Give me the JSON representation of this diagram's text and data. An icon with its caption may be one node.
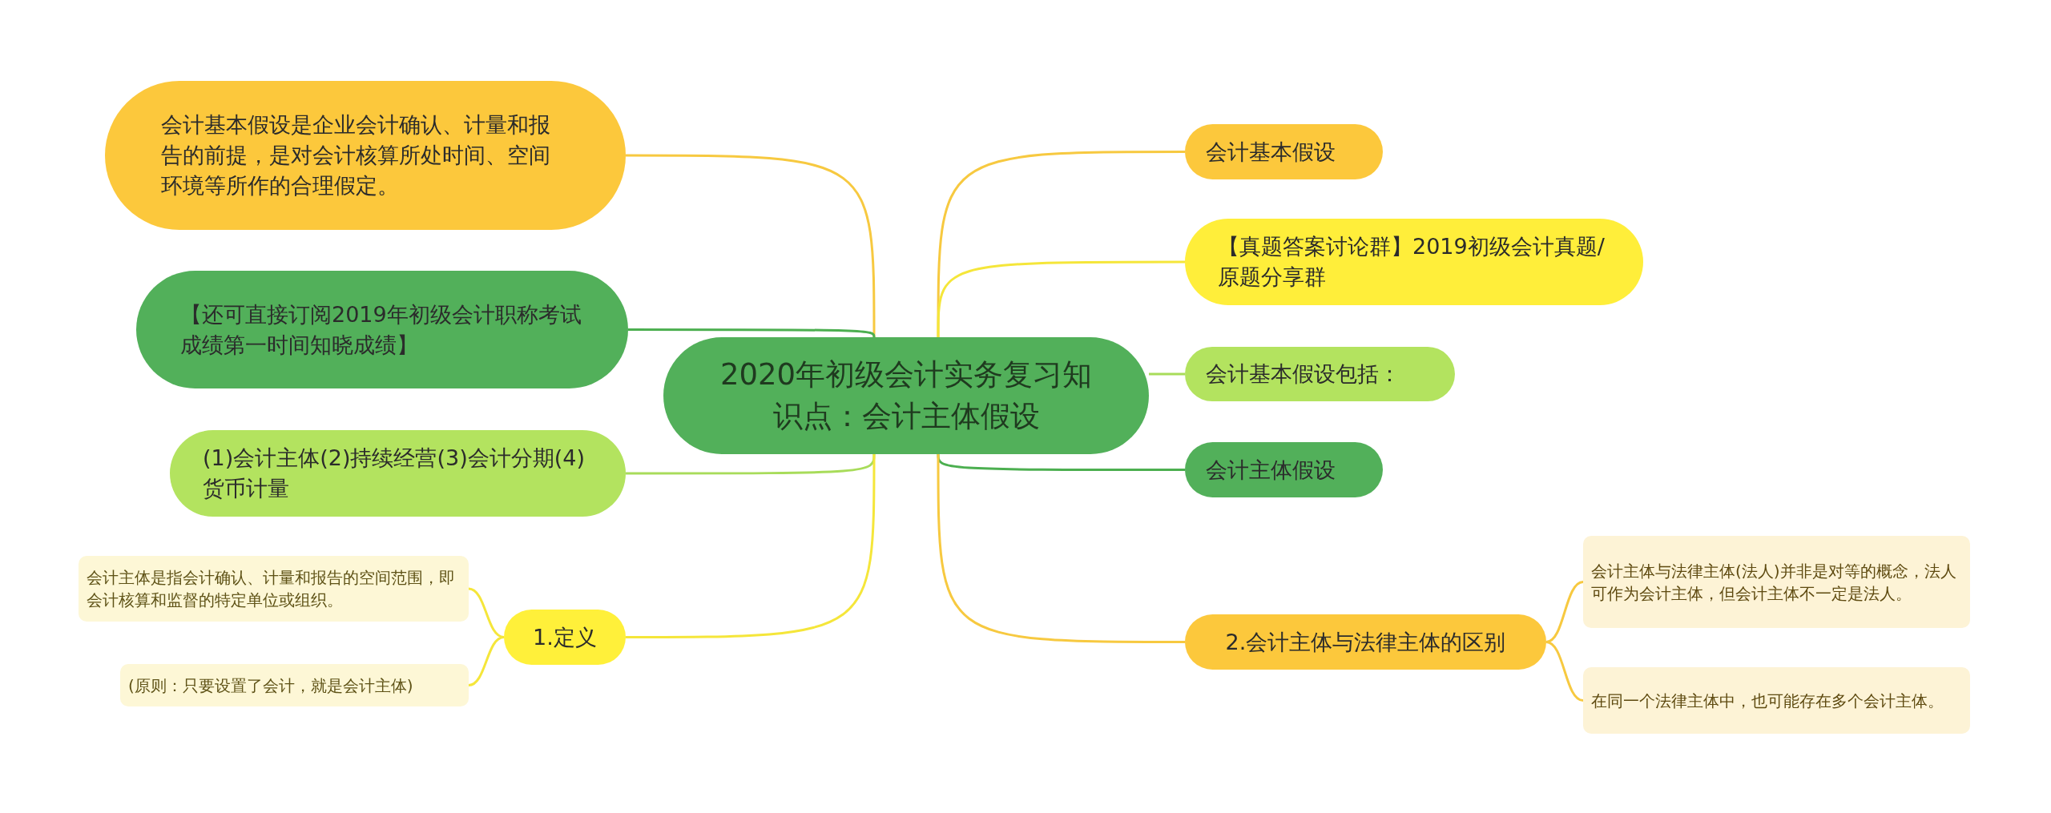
{
  "diagram": {
    "nodes": [
      {
        "text": [
          "2020年初级会计实务复习知识点：会计主体假设"
        ]
      },
      {
        "text": [
          "会计基本假设是企业会计确认、计量和报告的前提，是对会计核算所处时间、空间环境等所作的合理假定。"
        ]
      },
      {
        "text": [
          "【还可直接订阅2019年初级会计职称考试成绩第一时间知晓成绩】"
        ]
      },
      {
        "text": [
          "(1)会计主体(2)持续经营(3)会计分期(4)货币计量"
        ]
      },
      {
        "text": [
          "1.定义"
        ]
      },
      {
        "text": [
          "会计主体是指会计确认、计量和报告的空间范围，即会计核算和监督的特定单位或组织。"
        ]
      },
      {
        "text": [
          "(原则：只要设置了会计，就是会计主体)"
        ]
      },
      {
        "text": [
          "会计基本假设"
        ]
      },
      {
        "text": [
          "【真题答案讨论群】2019初级会计真题/原题分享群"
        ]
      },
      {
        "text": [
          "会计基本假设包括："
        ]
      },
      {
        "text": [
          "会计主体假设"
        ]
      },
      {
        "text": [
          "2.会计主体与法律主体的区别"
        ]
      },
      {
        "text": [
          "会计主体与法律主体(法人)并非是对等的概念，法人可作为会计主体，但会计主体不一定是法人。"
        ]
      },
      {
        "text": [
          "在同一个法律主体中，也可能存在多个会计主体。"
        ]
      }
    ],
    "edges": [
      {
        "from": 0,
        "to": 1,
        "arrow": "none",
        "color": "#f7c940"
      },
      {
        "from": 0,
        "to": 2,
        "arrow": "none",
        "color": "#4caf50"
      },
      {
        "from": 0,
        "to": 3,
        "arrow": "none",
        "color": "#a8dc5a"
      },
      {
        "from": 0,
        "to": 4,
        "arrow": "none",
        "color": "#f5e63a"
      },
      {
        "from": 4,
        "to": 5,
        "arrow": "none",
        "color": "#f5e63a"
      },
      {
        "from": 4,
        "to": 6,
        "arrow": "none",
        "color": "#f5e63a"
      },
      {
        "from": 0,
        "to": 7,
        "arrow": "none",
        "color": "#f7c940"
      },
      {
        "from": 0,
        "to": 8,
        "arrow": "none",
        "color": "#f5e63a"
      },
      {
        "from": 0,
        "to": 9,
        "arrow": "none",
        "color": "#a8dc5a"
      },
      {
        "from": 0,
        "to": 10,
        "arrow": "none",
        "color": "#4caf50"
      },
      {
        "from": 0,
        "to": 11,
        "arrow": "none",
        "color": "#f7c940"
      },
      {
        "from": 11,
        "to": 12,
        "arrow": "none",
        "color": "#f7c940"
      },
      {
        "from": 11,
        "to": 13,
        "arrow": "none",
        "color": "#f7c940"
      }
    ]
  }
}
